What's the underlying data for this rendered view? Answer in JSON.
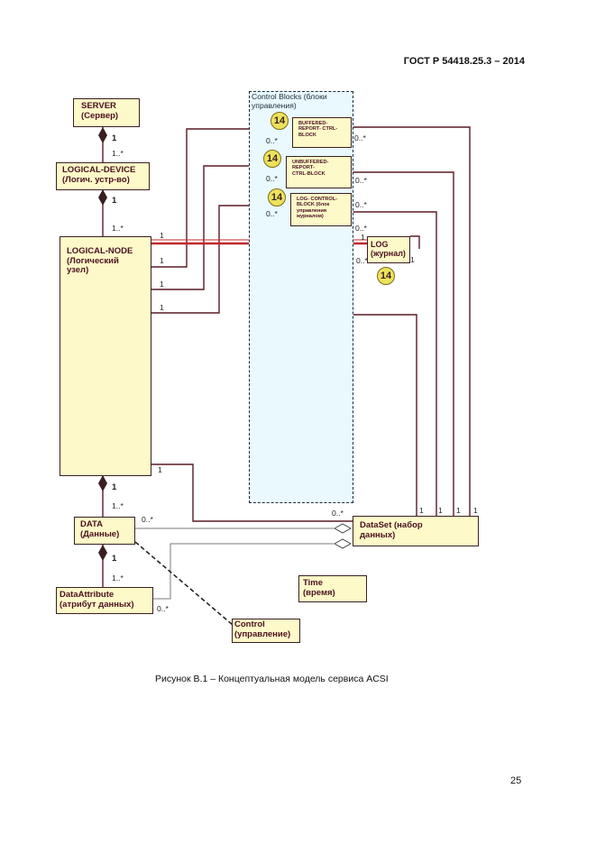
{
  "header": {
    "standard": "ГОСТ Р 54418.25.3 – 2014"
  },
  "diagram": {
    "server": {
      "line1": "SERVER",
      "line2": "(Сервер)"
    },
    "logical_device": {
      "line1": "LOGICAL-DEVICE",
      "line2": "(Логич. устр-во)"
    },
    "logical_node": {
      "line1": "LOGICAL-NODE",
      "line2": "(Логический",
      "line3": "узел)"
    },
    "data": {
      "line1": "DATA",
      "line2": "(Данные)"
    },
    "data_attribute": {
      "line1": "DataAttribute",
      "line2": "(атрибут данных)"
    },
    "control_blocks": {
      "line1": "Control Blocks (блоки",
      "line2": "управления)"
    },
    "brcb": {
      "line1": "BUFFERED-",
      "line2": "REPORT- CTRL-",
      "line3": "BLOCK"
    },
    "urcb": {
      "line1": "UNBUFFERED-",
      "line2": "REPORT-",
      "line3": "CTRL-BLOCK"
    },
    "lcb": {
      "line1": "LOG- CONTROL-",
      "line2": "BLOCK (блок",
      "line3": "управления",
      "line4": "журналом)"
    },
    "log": {
      "line1": "LOG",
      "line2": "(журнал)"
    },
    "dataset": {
      "line1": "DataSet (набор",
      "line2": "данных)"
    },
    "time": {
      "line1": "Time",
      "line2": "(время)"
    },
    "control": {
      "line1": "Control",
      "line2": "(управление)"
    },
    "badge": "14",
    "mult": {
      "one": "1",
      "one_many": "1..*",
      "zero_many": "0..*"
    }
  },
  "caption": "Рисунок В.1 – Концептуальная модель сервиса ACSI",
  "page_number": "25",
  "colors": {
    "box_fill": "#fdf9c8",
    "panel_fill": "#e9f9fd",
    "line_dark": "#5a1a24",
    "line_red": "#c0282e",
    "badge": "#ece25c"
  }
}
